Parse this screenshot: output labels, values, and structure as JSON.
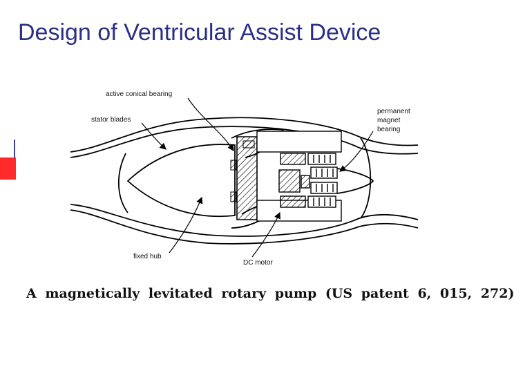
{
  "slide": {
    "title": "Design of Ventricular Assist Device",
    "caption": "A magnetically levitated rotary pump (US patent 6, 015, 272)"
  },
  "diagram": {
    "labels": {
      "active_conical_bearing": "active conical bearing",
      "stator_blades": "stator blades",
      "permanent": "permanent",
      "magnet": "magnet",
      "bearing": "bearing",
      "fixed_hub": "fixed hub",
      "dc_motor": "DC motor"
    }
  },
  "colors": {
    "title": "#2b2f86",
    "accent_red": "#ff2a2a",
    "accent_blue": "#3a3fa0"
  }
}
